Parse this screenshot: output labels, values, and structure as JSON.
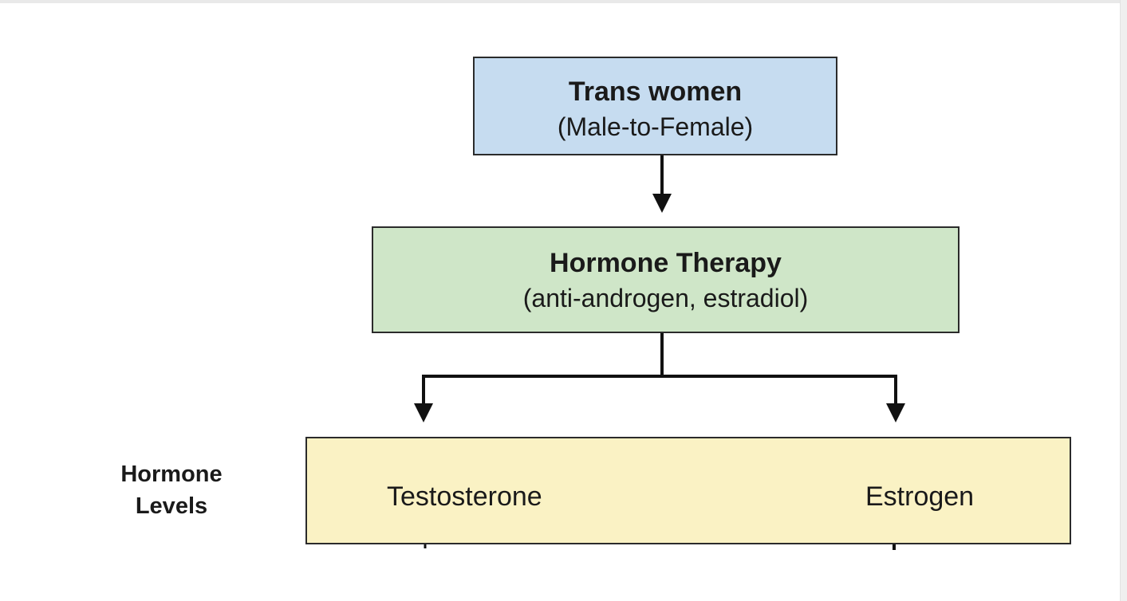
{
  "nodes": {
    "trans_women": {
      "title": "Trans women",
      "subtitle": "(Male-to-Female)",
      "fill": "#c6dcf0"
    },
    "hormone_therapy": {
      "title": "Hormone Therapy",
      "subtitle": "(anti-androgen, estradiol)",
      "fill": "#cfe6c8"
    },
    "hormone_levels": {
      "fill": "#faf2c4",
      "items": [
        "Testosterone",
        "Estrogen"
      ]
    }
  },
  "side_label": {
    "line1": "Hormone",
    "line2": "Levels"
  },
  "edges": [
    {
      "from": "Trans women",
      "to": "Hormone Therapy"
    },
    {
      "from": "Hormone Therapy",
      "to": "Testosterone"
    },
    {
      "from": "Hormone Therapy",
      "to": "Estrogen"
    }
  ],
  "colors": {
    "border": "#2b2b2b",
    "connector": "#111111"
  }
}
